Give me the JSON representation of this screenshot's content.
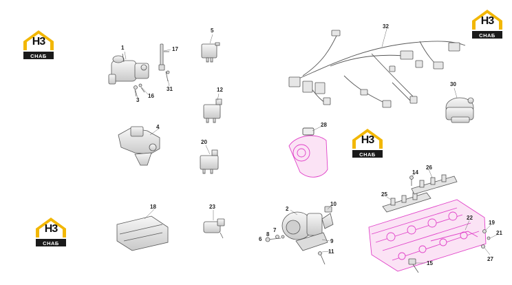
{
  "logo": {
    "mark": "H3",
    "text": "СНАБ",
    "accent_color": "#f2b705",
    "dark_color": "#1a1a1a"
  },
  "callouts": {
    "c1": "1",
    "c2": "2",
    "c3": "3",
    "c4": "4",
    "c5": "5",
    "c6": "6",
    "c7": "7",
    "c8": "8",
    "c9": "9",
    "c10": "10",
    "c11": "11",
    "c12": "12",
    "c14": "14",
    "c15": "15",
    "c16": "16",
    "c17": "17",
    "c18": "18",
    "c19": "19",
    "c20": "20",
    "c21": "21",
    "c22": "22",
    "c23": "23",
    "c25": "25",
    "c26": "26",
    "c27": "27",
    "c28": "28",
    "c30": "30",
    "c31": "31",
    "c32": "32"
  },
  "colors": {
    "line": "#555555",
    "part_fill": "#eeeeee",
    "highlight": "#e040c8",
    "highlight_fill": "#fbe3f5"
  }
}
